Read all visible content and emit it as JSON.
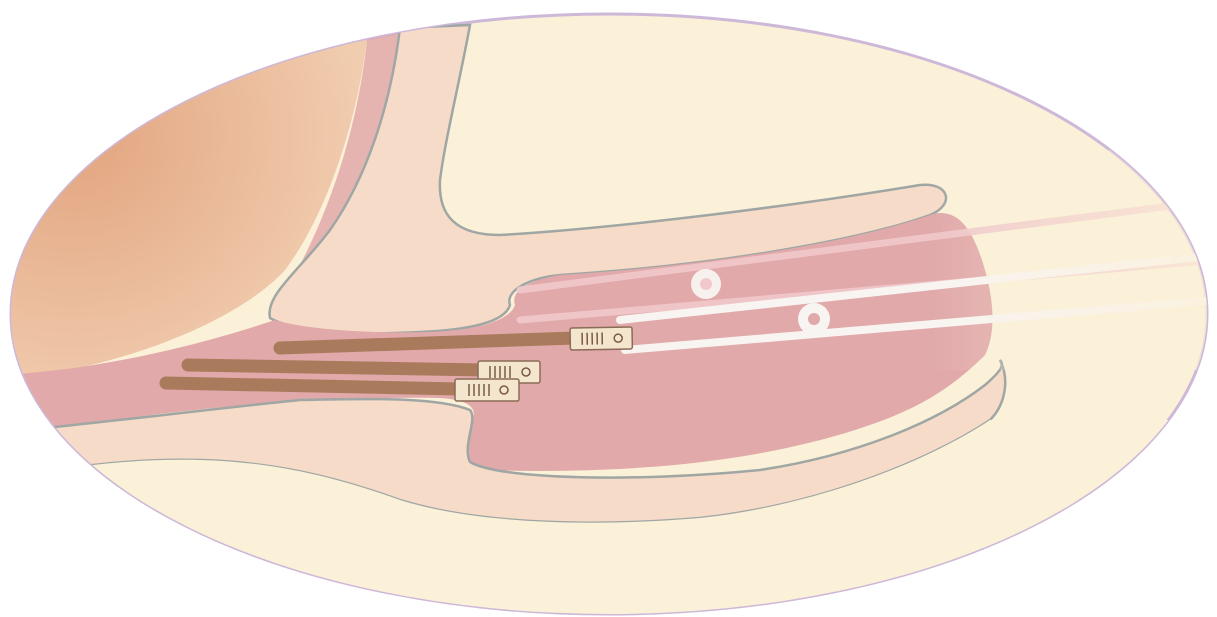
{
  "illustration": {
    "kind": "anatomical cross-section",
    "elements": [
      "sheath",
      "bone",
      "fat-pad",
      "tissue-channel",
      "electrode",
      "electrode",
      "electrode",
      "suture",
      "suture"
    ]
  },
  "colors": {
    "background": "#ffffff",
    "sheath_fill": "#fbf0d8",
    "sheath_edge": "#cdb8d8",
    "fat": "#e4a986",
    "bone": "#f6dcc8",
    "bone_edge": "#9fa6a4",
    "tissue": "#e1a9aa",
    "lead": "#a97b5c",
    "connector": "#f4e5cf",
    "suture": "#f8f4f1",
    "suture_pink": "#f1c9cc"
  }
}
